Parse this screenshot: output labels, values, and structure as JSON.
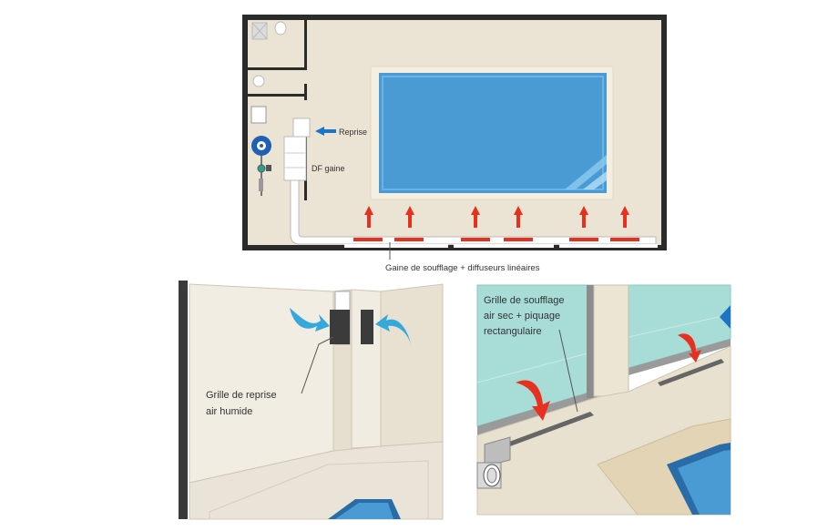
{
  "plan": {
    "label_reprise": "Reprise",
    "label_df_gaine": "DF gaine",
    "caption": "Gaine de soufflage + diffuseurs linéaires"
  },
  "left_detail": {
    "label_line1": "Grille de reprise",
    "label_line2": "air humide"
  },
  "right_detail": {
    "label_line1": "Grille de soufflage",
    "label_line2": "air sec + piquage",
    "label_line3": "rectangulaire"
  },
  "colors": {
    "room_floor": "#ebe3d3",
    "wall": "#2b2b2b",
    "pool_water": "#4a9ad4",
    "pool_rim": "#f5efe2",
    "supply_arrow": "#e8301f",
    "return_arrow": "#1f73c7",
    "humid_air_arrow": "#35a8dc",
    "glass": "#a8dcd6"
  },
  "icons": {
    "return_arrow": "arrow-left-icon",
    "supply_arrow": "arrow-up-icon",
    "fan": "fan-icon",
    "pump": "pump-icon"
  }
}
